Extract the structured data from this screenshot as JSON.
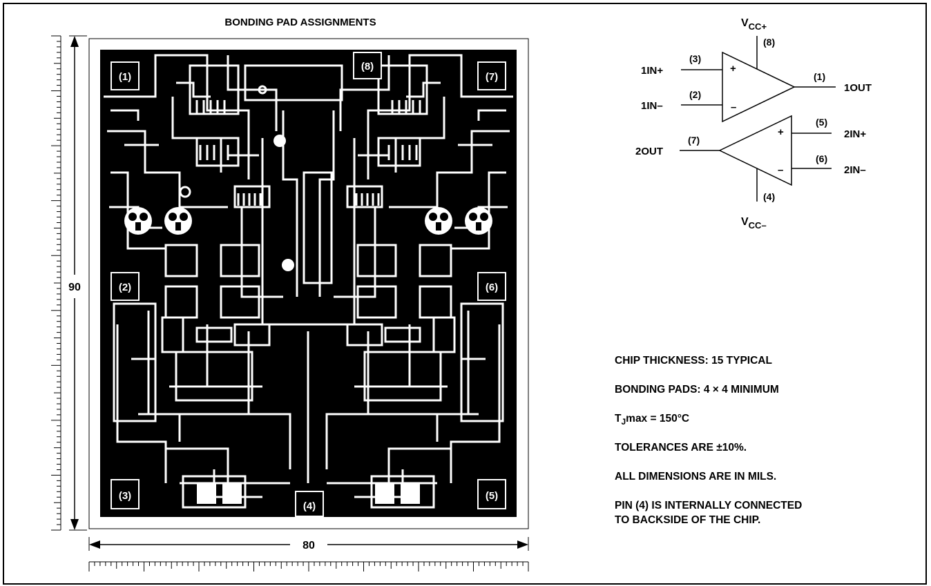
{
  "title": "BONDING PAD ASSIGNMENTS",
  "dimensions": {
    "height": "90",
    "width": "80"
  },
  "pads": {
    "p1": "(1)",
    "p2": "(2)",
    "p3": "(3)",
    "p4": "(4)",
    "p5": "(5)",
    "p6": "(6)",
    "p7": "(7)",
    "p8": "(8)"
  },
  "schematic": {
    "vcc_plus_base": "V",
    "vcc_plus_sub": "CC+",
    "vcc_minus_base": "V",
    "vcc_minus_sub": "CC–",
    "pin8": "(8)",
    "pin3": "(3)",
    "pin2": "(2)",
    "pin1": "(1)",
    "pin5": "(5)",
    "pin6": "(6)",
    "pin7": "(7)",
    "pin4": "(4)",
    "in1_plus": "1IN+",
    "in1_minus": "1IN–",
    "out1": "1OUT",
    "in2_plus": "2IN+",
    "in2_minus": "2IN–",
    "out2": "2OUT",
    "plus_sign": "+",
    "minus_sign": "–"
  },
  "notes": {
    "thickness": "CHIP THICKNESS: 15 TYPICAL",
    "bonding_pads": "BONDING PADS: 4 × 4 MINIMUM",
    "tj_base": "T",
    "tj_sub": "J",
    "tj_rest": "max = 150°C",
    "tolerances": "TOLERANCES ARE ±10%.",
    "dimensions": "ALL DIMENSIONS ARE IN MILS.",
    "pin4_line1": "PIN (4) IS INTERNALLY CONNECTED",
    "pin4_line2": "TO BACKSIDE OF THE CHIP."
  }
}
